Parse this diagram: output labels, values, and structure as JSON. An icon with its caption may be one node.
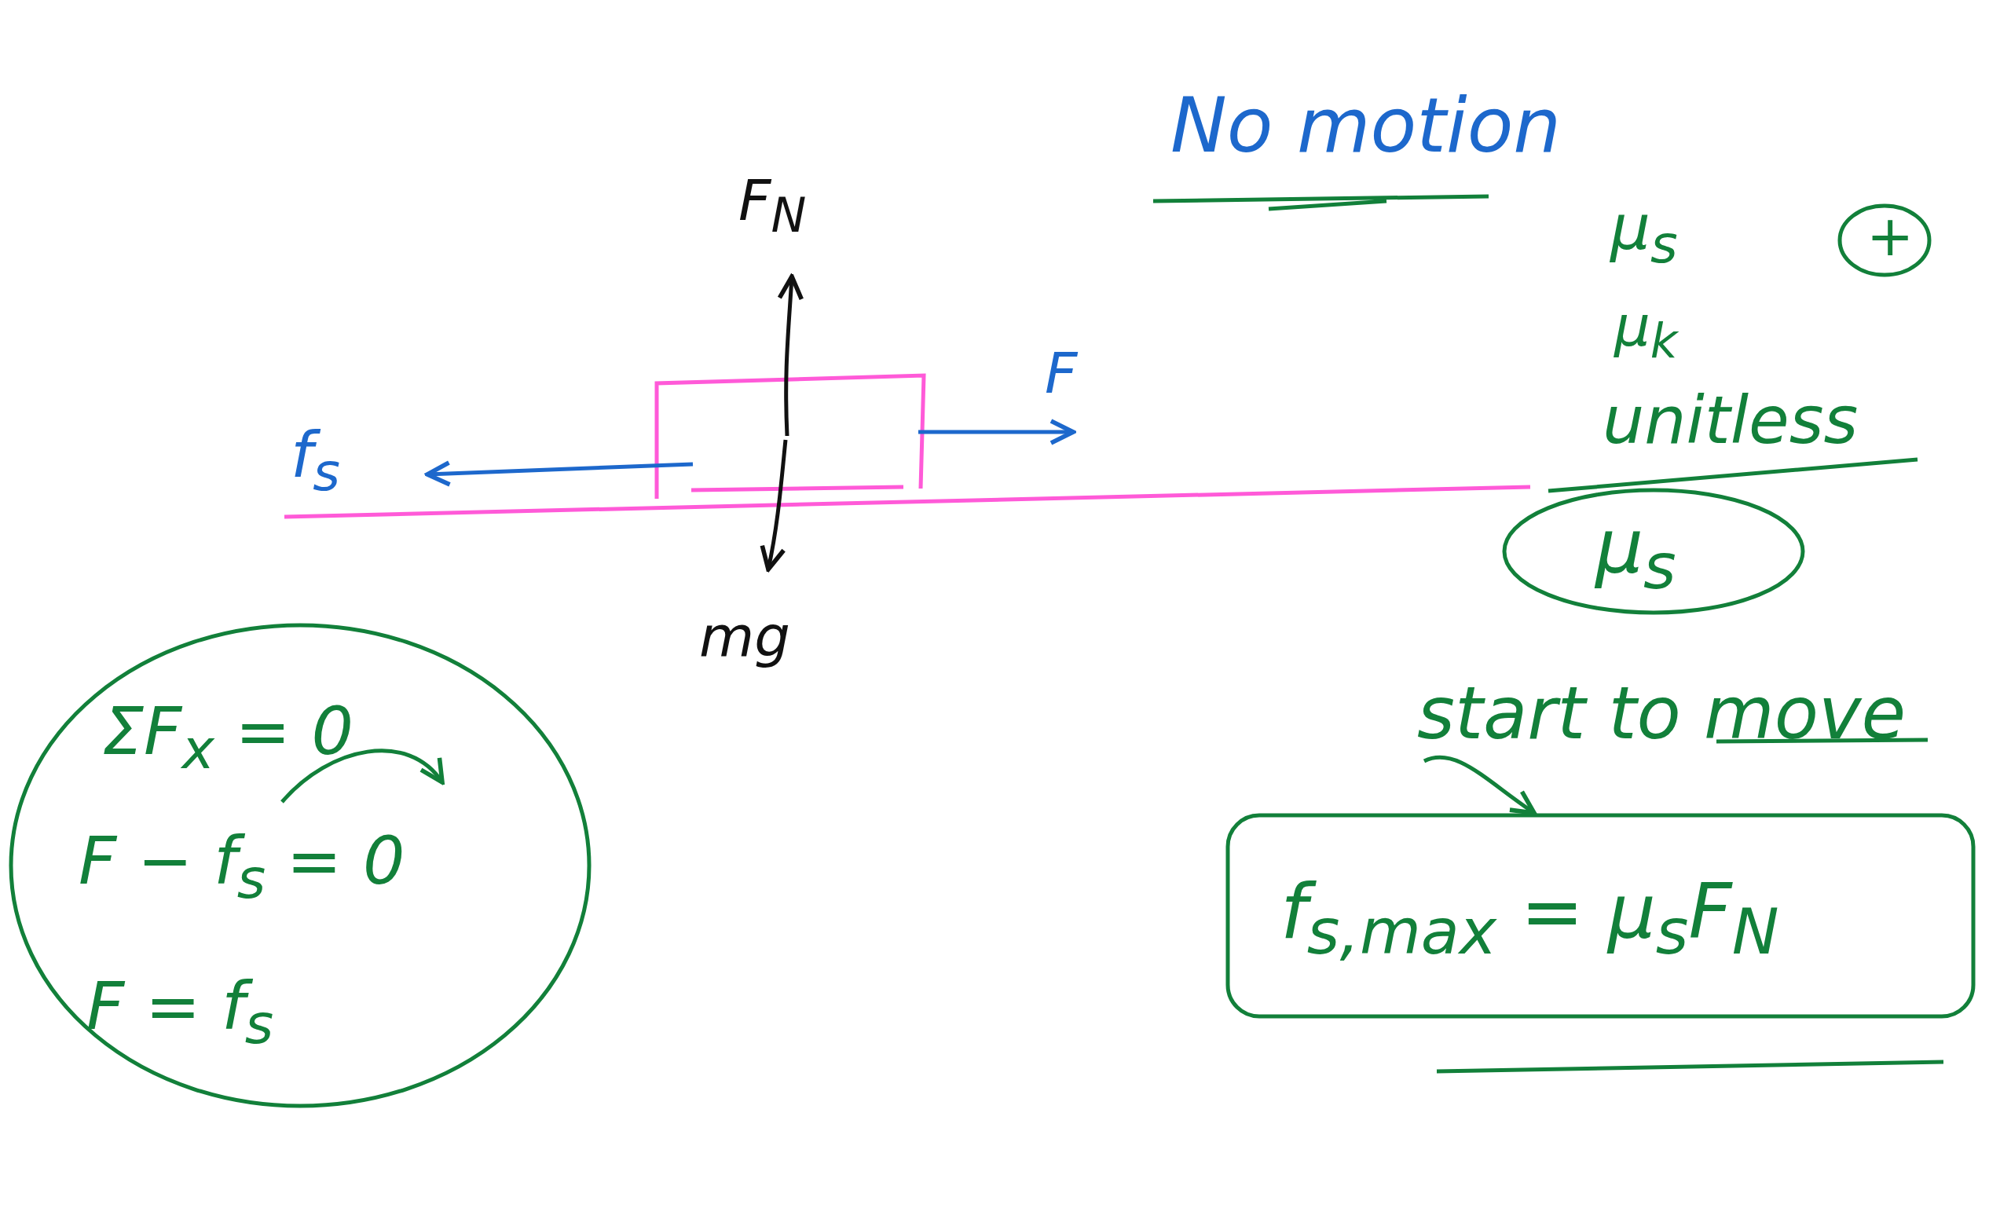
{
  "diagram": {
    "nodes": [
      {
        "text": [
          "ΣF$_{x}$ = 0",
          "F − f$_{s}$ = 0",
          "F = f$_{s}$"
        ]
      },
      {
        "text": [
          "+"
        ]
      },
      {
        "text": [
          "μ$_{s}$"
        ]
      },
      {
        "text": [
          "start to move"
        ]
      },
      {
        "text": [
          "f$_{s,max}$ = μ$_{s}$F$_{N}$"
        ]
      }
    ],
    "edges": [
      {
        "from": 3,
        "to": 4,
        "arrow": "to"
      }
    ],
    "labels": [
      "No motion",
      "F$_{N}$",
      "μ$_{s}$",
      "μ$_{k}$",
      "F",
      "unitless",
      "f$_{s}$",
      "mg"
    ]
  }
}
